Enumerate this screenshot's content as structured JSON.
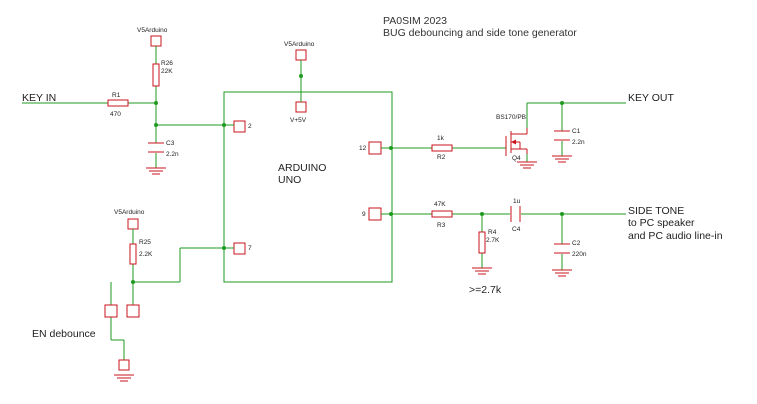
{
  "title": {
    "line1": "PA0SIM 2023",
    "line2": "BUG debouncing and side tone generator"
  },
  "labels": {
    "key_in": "KEY IN",
    "key_out": "KEY OUT",
    "side_tone_1": "SIDE TONE",
    "side_tone_2": "to PC speaker",
    "side_tone_3": "and PC audio line-in",
    "en_debounce": "EN debounce",
    "load_note": ">=2.7k"
  },
  "arduino": {
    "name_1": "ARDUINO",
    "name_2": "UNO",
    "pin_2": "2",
    "pin_7": "7",
    "pin_12": "12",
    "pin_9": "9",
    "supply_label": "V+5V"
  },
  "supplies": {
    "top_left": "V5Arduino",
    "top_mid": "V5Arduino",
    "bottom_left": "V5Arduino"
  },
  "components": {
    "r1_name": "R1",
    "r1_value": "470",
    "r26_name": "R26",
    "r26_value": "22K",
    "c3_name": "C3",
    "c3_value": "2.2n",
    "r25_name": "R25",
    "r25_value": "2.2K",
    "r2_name": "R2",
    "r2_value": "1k",
    "r3_name": "R3",
    "r3_value": "47K",
    "r4_name": "R4",
    "r4_value": "2.7K",
    "c4_name": "C4",
    "c4_value": "1u",
    "c1_name": "C1",
    "c1_value": "2.2n",
    "c2_name": "C2",
    "c2_value": "220n",
    "q_name": "Q4",
    "q_value": "BS170/PB"
  }
}
